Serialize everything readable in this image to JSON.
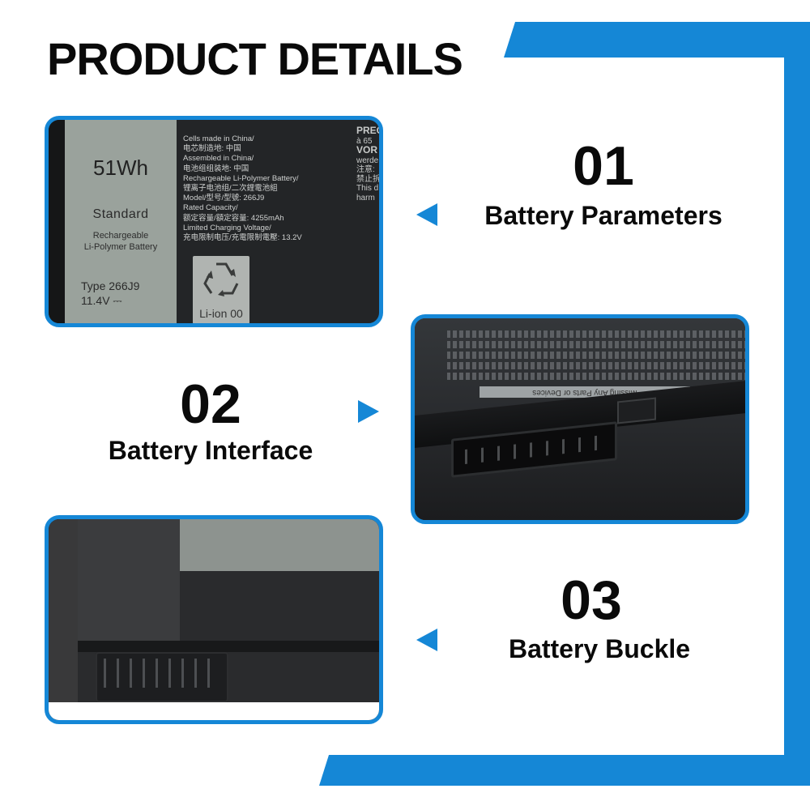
{
  "title": "PRODUCT DETAILS",
  "colors": {
    "accent": "#1587d6",
    "text": "#0a0a0a"
  },
  "sections": [
    {
      "number": "01",
      "caption": "Battery Parameters",
      "arrow": "arrow-left-icon"
    },
    {
      "number": "02",
      "caption": "Battery Interface",
      "arrow": "arrow-right-icon"
    },
    {
      "number": "03",
      "caption": "Battery Buckle",
      "arrow": "arrow-left-icon"
    }
  ],
  "label": {
    "capacity": "51Wh",
    "grade": "Standard",
    "chem1": "Rechargeable",
    "chem2": "Li-Polymer Battery",
    "type": "Type 266J9",
    "voltage": "11.4V ⎓",
    "lines": [
      "Cells made in China/",
      "电芯制造地: 中国",
      "Assembled in China/",
      "电池组组装地: 中国",
      "Rechargeable Li-Polymer Battery/",
      "锂离子电池组/二次鋰電池組",
      "Model/型号/型號: 266J9",
      "Rated Capacity/",
      "额定容量/額定容量: 4255mAh",
      "Limited Charging Voltage/",
      "充电限制电压/充電限制電壓: 13.2V"
    ],
    "recycle": "Li-ion 00",
    "right_lines": [
      "PRÉC",
      "à 65",
      "VOR",
      "werde",
      "注意:",
      "禁止拆",
      "This d",
      "harm"
    ]
  },
  "interface_strip": "Missing Any Parts or Devices"
}
